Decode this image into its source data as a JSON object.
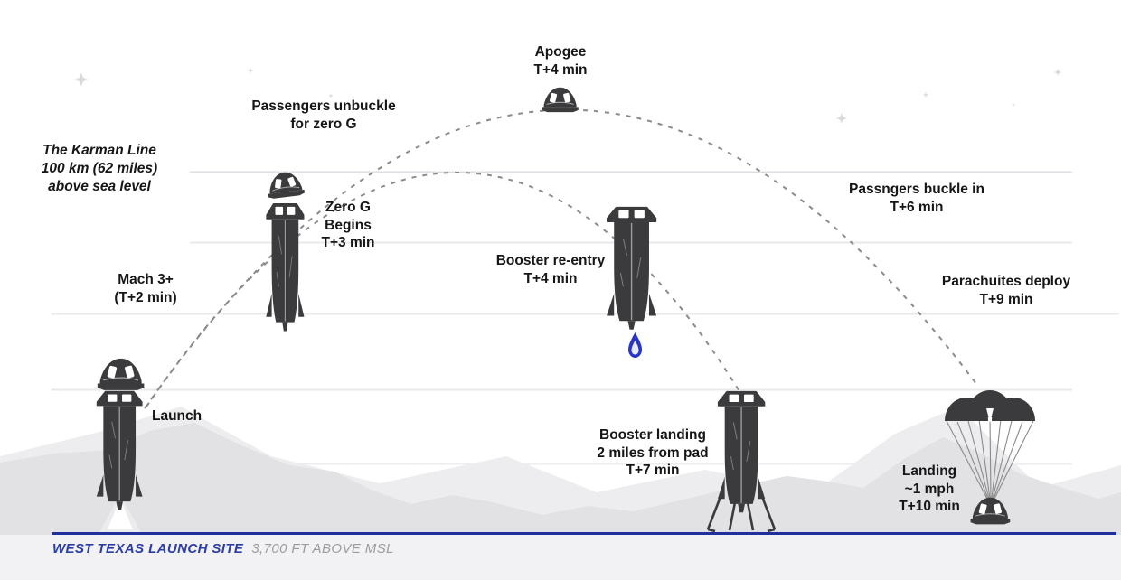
{
  "diagram": {
    "type": "flight-profile-infographic",
    "labels": {
      "apogee": [
        "Apogee",
        "T+4 min"
      ],
      "unbuckle": [
        "Passengers unbuckle",
        "for zero G"
      ],
      "karman": [
        "The Karman Line",
        "100 km (62 miles)",
        "above sea level"
      ],
      "zero_g": [
        "Zero G",
        "Begins",
        "T+3 min"
      ],
      "mach": [
        "Mach 3+",
        "(T+2 min)"
      ],
      "booster_reentry": [
        "Booster re-entry",
        "T+4 min"
      ],
      "buckle": [
        "Passngers buckle in",
        "T+6 min"
      ],
      "parachutes": [
        "Parachuites deploy",
        "T+9 min"
      ],
      "launch": [
        "Launch"
      ],
      "booster_landing": [
        "Booster landing",
        "2 miles from pad",
        "T+7 min"
      ],
      "landing": [
        "Landing",
        "~1 mph",
        "T+10 min"
      ]
    },
    "footer": {
      "site": "WEST TEXAS LAUNCH SITE",
      "elevation": "3,700 FT ABOVE MSL"
    },
    "icons": [
      "launch-rocket-icon",
      "separated-capsule-icon",
      "separated-booster-icon",
      "apogee-capsule-icon",
      "booster-reentry-icon",
      "reentry-flame-icon",
      "booster-landing-icon",
      "parachute-capsule-icon",
      "star-icon",
      "mountain-silhouette",
      "trajectory-dashed-arc",
      "altitude-gridline",
      "ground-line"
    ],
    "colors": {
      "vehicle": "#3b3b3d",
      "flame_blue": "#2635c8",
      "ground_line_blue": "#20309c",
      "site_text_blue": "#2c3da4",
      "elevation_text_gray": "#9b9ba1",
      "label_text": "#161616",
      "mountain_front": "#e2e2e5",
      "mountain_back": "#ededef",
      "gridline": "#e8e8eb",
      "trajectory_gray": "#8b8b8b",
      "star_gray": "#d9d9de"
    }
  }
}
